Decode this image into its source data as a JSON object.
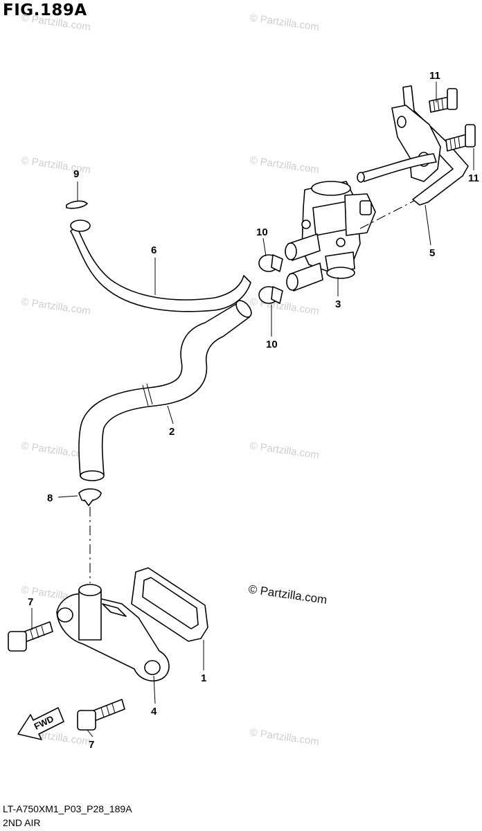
{
  "figure": {
    "title": "FIG.189A",
    "code": "LT-A750XM1_P03_P28_189A",
    "name": "2ND AIR"
  },
  "watermark": {
    "repeated": "© Partzilla.com",
    "main": "© Partzilla.com"
  },
  "fwd_label": "FWD",
  "callouts": [
    {
      "id": "c1",
      "label": "1"
    },
    {
      "id": "c2",
      "label": "2"
    },
    {
      "id": "c3",
      "label": "3"
    },
    {
      "id": "c4",
      "label": "4"
    },
    {
      "id": "c5",
      "label": "5"
    },
    {
      "id": "c6",
      "label": "6"
    },
    {
      "id": "c7a",
      "label": "7"
    },
    {
      "id": "c7b",
      "label": "7"
    },
    {
      "id": "c8",
      "label": "8"
    },
    {
      "id": "c9",
      "label": "9"
    },
    {
      "id": "c10a",
      "label": "10"
    },
    {
      "id": "c10b",
      "label": "10"
    },
    {
      "id": "c11a",
      "label": "11"
    },
    {
      "id": "c11b",
      "label": "11"
    }
  ]
}
